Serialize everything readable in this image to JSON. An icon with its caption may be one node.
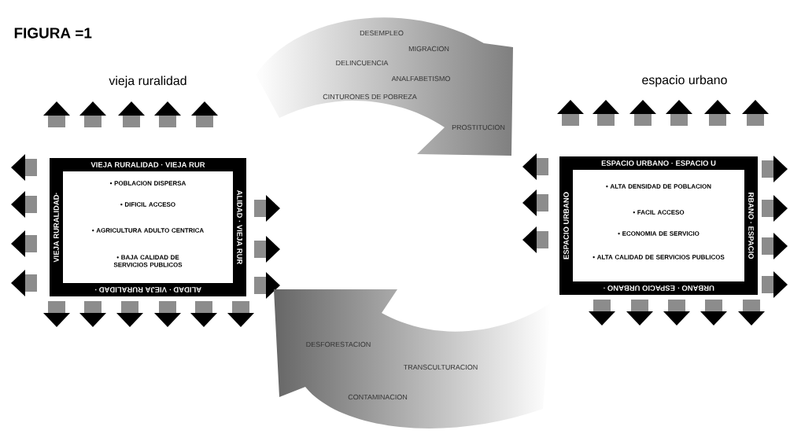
{
  "diagram": {
    "title": "FIGURA =1",
    "nodes": [
      {
        "text": [
          "DESEMPLEO",
          "MIGRACION",
          "DELINCUENCIA",
          "ANALFABETISMO",
          "CINTURONES DE POBREZA",
          "PROSTITUCION"
        ]
      },
      {
        "text": [
          "vieja ruralidad",
          "VIEJA RURALIDAD · VIEJA RUR",
          "ALIDAD · VIEJA RUR",
          "ALIDAD · VIEJA RURALIDAD ·",
          "VIEJA RURALIDAD·",
          "• POBLACION DISPERSA",
          "• DIFICIL ACCESO",
          "• AGRICULTURA ADULTO CENTRICA",
          "• BAJA CALIDAD DE SERVICIOS PUBLICOS"
        ]
      },
      {
        "text": [
          "espacio urbano",
          "ESPACIO URBANO · ESPACIO U",
          "RBANO · ESPACIO",
          "URBANO · ESPACIO URBANO ·",
          "ESPACIO URBANO",
          "• ALTA DENSIDAD DE POBLACION",
          "• FACIL ACCESO",
          "• ECONOMIA DE SERVICIO",
          "• ALTA CALIDAD DE SERVICIOS PUBLICOS"
        ]
      },
      {
        "text": [
          "DESFORESTACION",
          "TRANSCULTURACION",
          "CONTAMINACION"
        ]
      }
    ]
  }
}
